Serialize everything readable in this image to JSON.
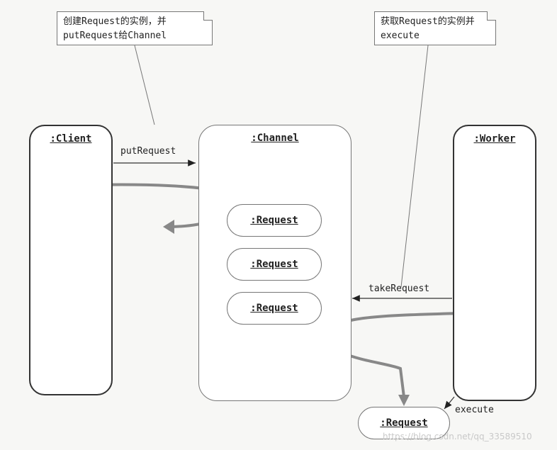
{
  "notes": {
    "left_line1": "创建Request的实例，并",
    "left_line2": "putRequest给Channel",
    "right_line1": "获取Request的实例并",
    "right_line2": "execute"
  },
  "client": {
    "title": ":Client"
  },
  "channel": {
    "title": ":Channel",
    "requests": [
      ":Request",
      ":Request",
      ":Request"
    ]
  },
  "worker": {
    "title": ":Worker"
  },
  "executed_request": ":Request",
  "arrows": {
    "put": "putRequest",
    "take": "takeRequest",
    "execute": "execute"
  },
  "watermark": "https://blog.csdn.net/qq_33589510"
}
